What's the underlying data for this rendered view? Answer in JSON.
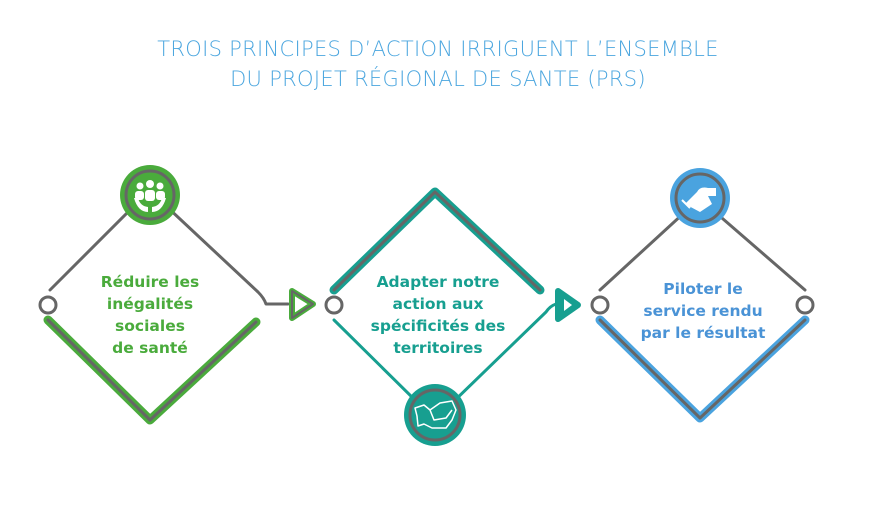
{
  "title": {
    "line1": "TROIS PRINCIPES D’ACTION IRRIGUENT L’ENSEMBLE",
    "line2": "DU PROJET RÉGIONAL DE SANTE (PRS)"
  },
  "principles": [
    {
      "lines": [
        "Réduire les",
        "inégalités",
        "sociales",
        "de santé"
      ],
      "color": "#4aab3c",
      "icon": "people-in-hands-icon"
    },
    {
      "lines": [
        "Adapter notre",
        "action aux",
        "spécificités des",
        "territoires"
      ],
      "color": "#179f90",
      "icon": "region-map-icon"
    },
    {
      "lines": [
        "Piloter le",
        "service rendu",
        "par le résultat"
      ],
      "color": "#4aa3df",
      "icon": "handshake-icon"
    }
  ],
  "colors": {
    "title": "#4ba6df",
    "line": "#666666"
  }
}
